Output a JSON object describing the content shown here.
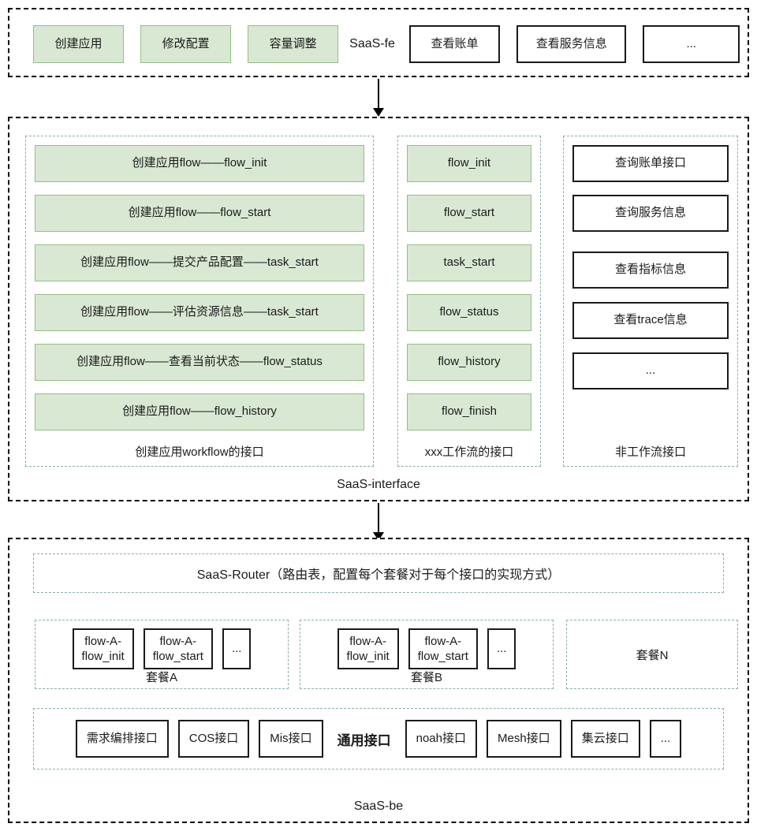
{
  "colors": {
    "green_fill": "#d9e8d3",
    "green_border": "#95bd85",
    "dashed_teal": "#87b1ad",
    "black": "#1a1a1a"
  },
  "fe": {
    "label": "SaaS-fe",
    "green_items": [
      "创建应用",
      "修改配置",
      "容量调整"
    ],
    "white_items": [
      "查看账单",
      "查看服务信息",
      "..."
    ]
  },
  "interface": {
    "caption": "SaaS-interface",
    "workflow": {
      "caption": "创建应用workflow的接口",
      "items": [
        "创建应用flow——flow_init",
        "创建应用flow——flow_start",
        "创建应用flow——提交产品配置——task_start",
        "创建应用flow——评估资源信息——task_start",
        "创建应用flow——查看当前状态——flow_status",
        "创建应用flow——flow_history"
      ]
    },
    "xxx": {
      "caption": "xxx工作流的接口",
      "items": [
        "flow_init",
        "flow_start",
        "task_start",
        "flow_status",
        "flow_history",
        "flow_finish"
      ]
    },
    "nonflow": {
      "caption": "非工作流接口",
      "items": [
        "查询账单接口",
        "查询服务信息",
        "查看指标信息",
        "查看trace信息",
        "..."
      ]
    }
  },
  "be": {
    "caption": "SaaS-be",
    "router": "SaaS-Router（路由表，配置每个套餐对于每个接口的实现方式）",
    "packages": [
      {
        "caption": "套餐A",
        "items": [
          "flow-A-\nflow_init",
          "flow-A-\nflow_start",
          "..."
        ]
      },
      {
        "caption": "套餐B",
        "items": [
          "flow-A-\nflow_init",
          "flow-A-\nflow_start",
          "..."
        ]
      },
      {
        "caption": "套餐N",
        "items": []
      }
    ],
    "package_a_items": [
      {
        "line1": "flow-A-",
        "line2": "flow_init"
      },
      {
        "line1": "flow-A-",
        "line2": "flow_start"
      }
    ],
    "package_b_items": [
      {
        "line1": "flow-A-",
        "line2": "flow_init"
      },
      {
        "line1": "flow-A-",
        "line2": "flow_start"
      }
    ],
    "package_ellipsis": "...",
    "package_a_caption": "套餐A",
    "package_b_caption": "套餐B",
    "package_n_caption": "套餐N",
    "common": {
      "label": "通用接口",
      "left_items": [
        "需求编排接口",
        "COS接口",
        "Mis接口"
      ],
      "right_items": [
        "noah接口",
        "Mesh接口",
        "集云接口",
        "..."
      ]
    }
  }
}
